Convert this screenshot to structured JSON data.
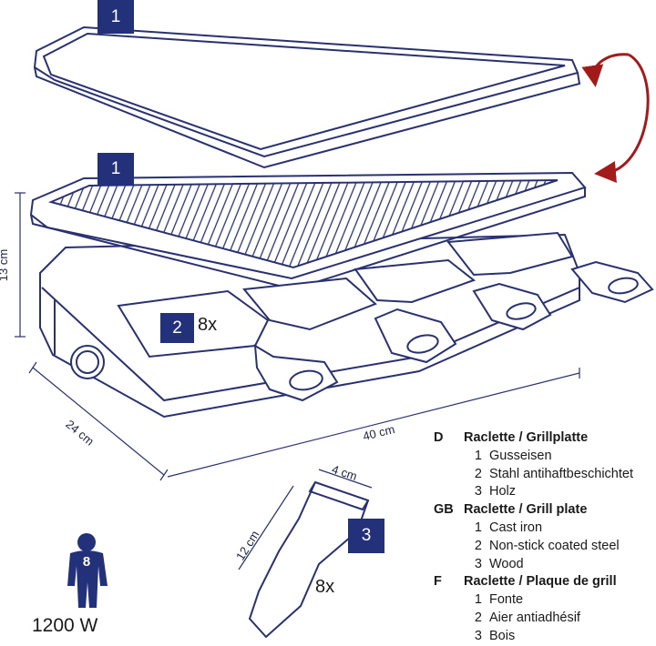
{
  "badges": {
    "lid": "1",
    "plate": "1",
    "pan": "2",
    "pan_count": "8x",
    "spatula": "3",
    "spatula_count": "8x"
  },
  "dimensions": {
    "height": "13 cm",
    "depth": "24 cm",
    "width": "40 cm",
    "spatula_width": "4 cm",
    "spatula_length": "12 cm"
  },
  "persons": {
    "count": "8",
    "power": "1200 W"
  },
  "legend": [
    {
      "code": "D",
      "title": "Raclette / Grillplatte",
      "items": [
        {
          "num": "1",
          "text": "Gusseisen"
        },
        {
          "num": "2",
          "text": "Stahl antihaftbeschichtet"
        },
        {
          "num": "3",
          "text": "Holz"
        }
      ]
    },
    {
      "code": "GB",
      "title": "Raclette / Grill plate",
      "items": [
        {
          "num": "1",
          "text": "Cast iron"
        },
        {
          "num": "2",
          "text": "Non-stick coated steel"
        },
        {
          "num": "3",
          "text": "Wood"
        }
      ]
    },
    {
      "code": "F",
      "title": "Raclette / Plaque de grill",
      "items": [
        {
          "num": "1",
          "text": "Fonte"
        },
        {
          "num": "2",
          "text": "Aier antiadhésif"
        },
        {
          "num": "3",
          "text": "Bois"
        }
      ]
    }
  ],
  "colors": {
    "line": "#2a3170",
    "badge": "#23307a",
    "arrow": "#a31a1a",
    "person": "#23307a"
  }
}
